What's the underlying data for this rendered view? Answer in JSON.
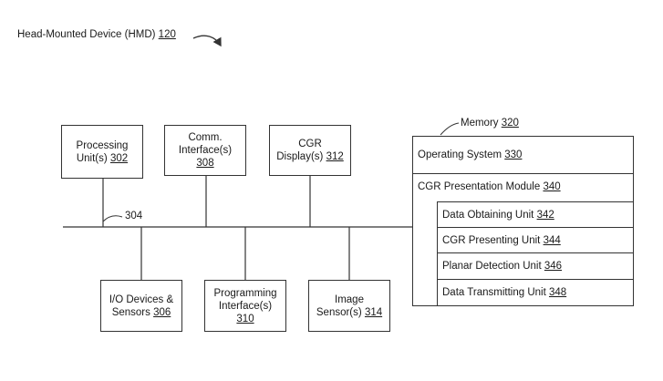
{
  "title": {
    "text": "Head-Mounted Device (HMD)",
    "ref": "120"
  },
  "bus": {
    "ref": "304"
  },
  "top_units": [
    {
      "line1": "Processing",
      "line2": "Unit(s)",
      "ref": "302",
      "line3": ""
    },
    {
      "line1": "Comm.",
      "line2": "Interface(s)",
      "ref": "",
      "line3": "308"
    },
    {
      "line1": "CGR",
      "line2": "Display(s)",
      "ref": "312",
      "line3": ""
    }
  ],
  "bottom_units": [
    {
      "line1": "I/O Devices &",
      "line2": "Sensors",
      "ref": "306",
      "line3": ""
    },
    {
      "line1": "Programming",
      "line2": "Interface(s)",
      "ref": "",
      "line3": "310"
    },
    {
      "line1": "Image",
      "line2": "Sensor(s)",
      "ref": "314",
      "line3": ""
    }
  ],
  "memory": {
    "label": "Memory",
    "ref": "320",
    "os": {
      "text": "Operating System",
      "ref": "330"
    },
    "module": {
      "text": "CGR Presentation Module",
      "ref": "340"
    },
    "units": [
      {
        "text": "Data Obtaining Unit",
        "ref": "342"
      },
      {
        "text": "CGR Presenting Unit",
        "ref": "344"
      },
      {
        "text": "Planar Detection Unit",
        "ref": "346"
      },
      {
        "text": "Data Transmitting Unit",
        "ref": "348"
      }
    ]
  }
}
